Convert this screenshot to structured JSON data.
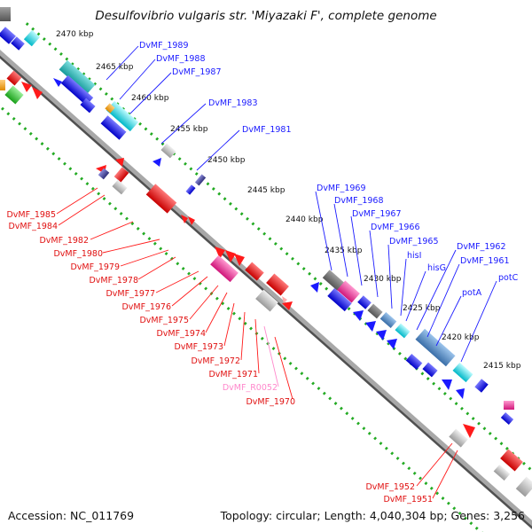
{
  "title": "Desulfovibrio vulgaris str. 'Miyazaki F', complete genome",
  "footer": {
    "accession": "Accession: NC_011769",
    "summary": "Topology: circular; Length: 4,040,304 bp; Genes: 3,256"
  },
  "colors": {
    "forward": "#1a1aff",
    "reverse": "#ff1a1a",
    "rna": "#ff88cc",
    "backbone": "#808080",
    "ticks": "#22aa22"
  },
  "ticks_kbp": [
    "2470 kbp",
    "2465 kbp",
    "2460 kbp",
    "2455 kbp",
    "2450 kbp",
    "2445 kbp",
    "2440 kbp",
    "2435 kbp",
    "2430 kbp",
    "2425 kbp",
    "2420 kbp",
    "2415 kbp"
  ],
  "labels_forward": [
    "DvMF_1989",
    "DvMF_1988",
    "DvMF_1987",
    "DvMF_1983",
    "DvMF_1981",
    "DvMF_1969",
    "DvMF_1968",
    "DvMF_1967",
    "DvMF_1966",
    "DvMF_1965",
    "hisI",
    "hisG",
    "DvMF_1962",
    "DvMF_1961",
    "potA",
    "potC"
  ],
  "labels_reverse": [
    "DvMF_1985",
    "DvMF_1984",
    "DvMF_1982",
    "DvMF_1980",
    "DvMF_1979",
    "DvMF_1978",
    "DvMF_1977",
    "DvMF_1976",
    "DvMF_1975",
    "DvMF_1974",
    "DvMF_1973",
    "DvMF_1972",
    "DvMF_1971",
    "DvMF_R0052",
    "DvMF_1970",
    "DvMF_1952",
    "DvMF_1951"
  ]
}
